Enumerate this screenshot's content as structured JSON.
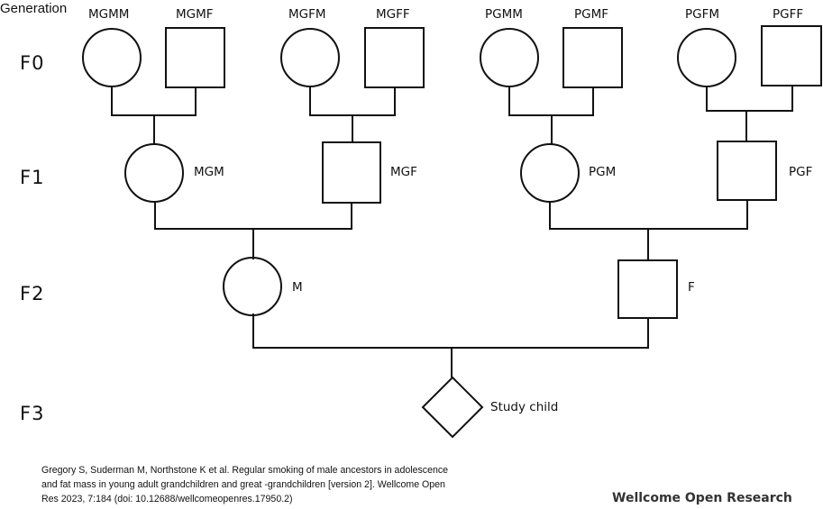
{
  "header": {
    "generation_title": "Generation"
  },
  "generations": [
    "F0",
    "F1",
    "F2",
    "F3"
  ],
  "nodes": {
    "MGMM": "MGMM",
    "MGMF": "MGMF",
    "MGFM": "MGFM",
    "MGFF": "MGFF",
    "PGMM": "PGMM",
    "PGMF": "PGMF",
    "PGFM": "PGFM",
    "PGFF": "PGFF",
    "MGM": "MGM",
    "MGF": "MGF",
    "PGM": "PGM",
    "PGF": "PGF",
    "M": "M",
    "F": "F",
    "child": "Study child"
  },
  "citation": {
    "line1": "Gregory S, Suderman M, Northstone K et al. Regular smoking of male ancestors in adolescence",
    "line2": "and fat mass in young adult grandchildren and great   -grandchildren [version 2]. Wellcome Open",
    "line3": "Res 2023, 7:184 (doi: 10.12688/wellcomeopenres.17950.2)"
  },
  "publisher": "Wellcome Open Research",
  "colors": {
    "line": "#111111",
    "background": "#ffffff"
  }
}
